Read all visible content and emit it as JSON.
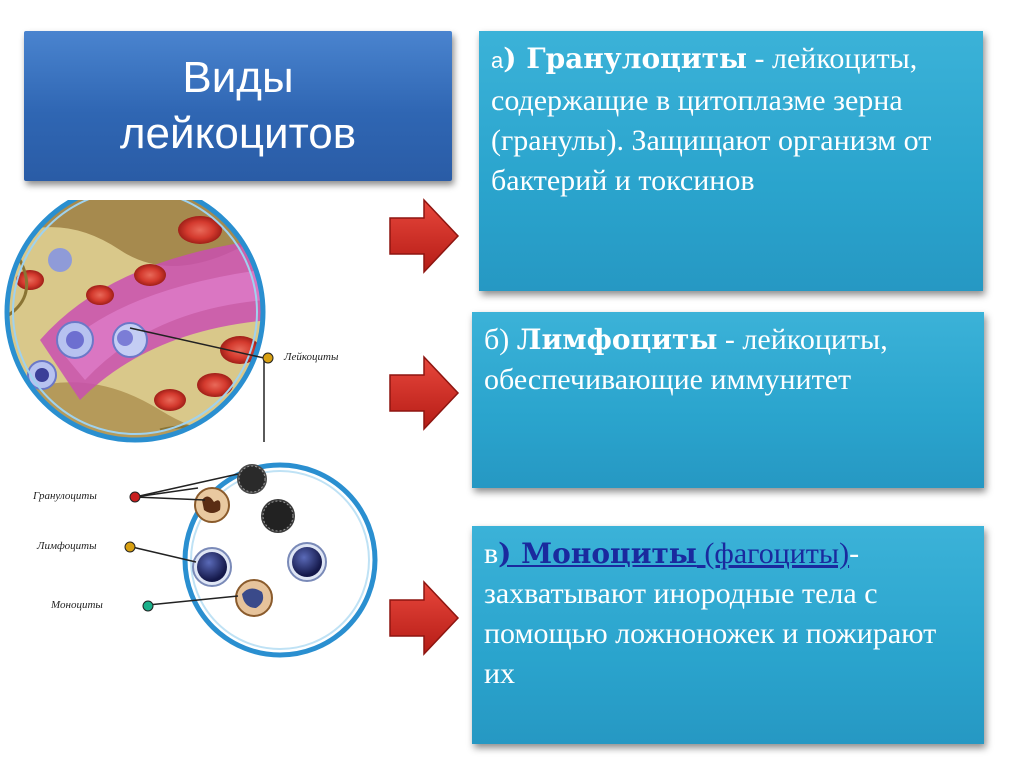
{
  "title": {
    "line1": "Виды",
    "line2": "лейкоцитов"
  },
  "box_a": {
    "prefix": "а",
    "term": ") Гранулоциты",
    "dash": " -",
    "description": "лейкоциты, содержащие в цитоплазме зерна (гранулы). Защищают организм от бактерий и токсинов"
  },
  "box_b": {
    "prefix": "б) ",
    "term": "Лимфоциты",
    "dash": " -",
    "description": "лейкоциты, обеспечивающие иммунитет"
  },
  "box_c": {
    "prefix": "в",
    "term": ") Моноциты",
    "link_text": " (фагоциты)",
    "dash": "-",
    "description": "захватывают инородные тела с помощью ложноножек и пожирают их"
  },
  "diagram_labels": {
    "leukocytes": "Лейкоциты",
    "granulocytes": "Гранулоциты",
    "lymphocytes": "Лимфоциты",
    "monocytes": "Моноциты"
  },
  "colors": {
    "title_bg": "#3a74c2",
    "box_bg": "#2ea8d0",
    "arrow": "#d42a22",
    "link": "#1a2a9e"
  }
}
